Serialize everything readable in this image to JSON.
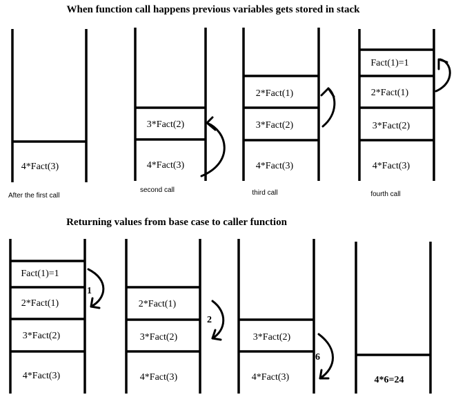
{
  "titles": {
    "top": "When function call happens previous variables gets stored in stack",
    "bottom": "Returning values from base case to caller function"
  },
  "top_stacks": [
    {
      "caption": "After the first call",
      "cells": [
        "4*Fact(3)"
      ]
    },
    {
      "caption": "second call",
      "cells": [
        "4*Fact(3)",
        "3*Fact(2)"
      ]
    },
    {
      "caption": "third call",
      "cells": [
        "4*Fact(3)",
        "3*Fact(2)",
        "2*Fact(1)"
      ]
    },
    {
      "caption": "fourth call",
      "cells": [
        "4*Fact(3)",
        "3*Fact(2)",
        "2*Fact(1)",
        "Fact(1)=1"
      ]
    }
  ],
  "bottom_stacks": [
    {
      "cells": [
        "4*Fact(3)",
        "3*Fact(2)",
        "2*Fact(1)",
        "Fact(1)=1"
      ],
      "return_value": "1"
    },
    {
      "cells": [
        "4*Fact(3)",
        "3*Fact(2)",
        "2*Fact(1)"
      ],
      "return_value": "2"
    },
    {
      "cells": [
        "4*Fact(3)",
        "3*Fact(2)"
      ],
      "return_value": "6"
    },
    {
      "cells": [
        "4*6=24"
      ]
    }
  ]
}
